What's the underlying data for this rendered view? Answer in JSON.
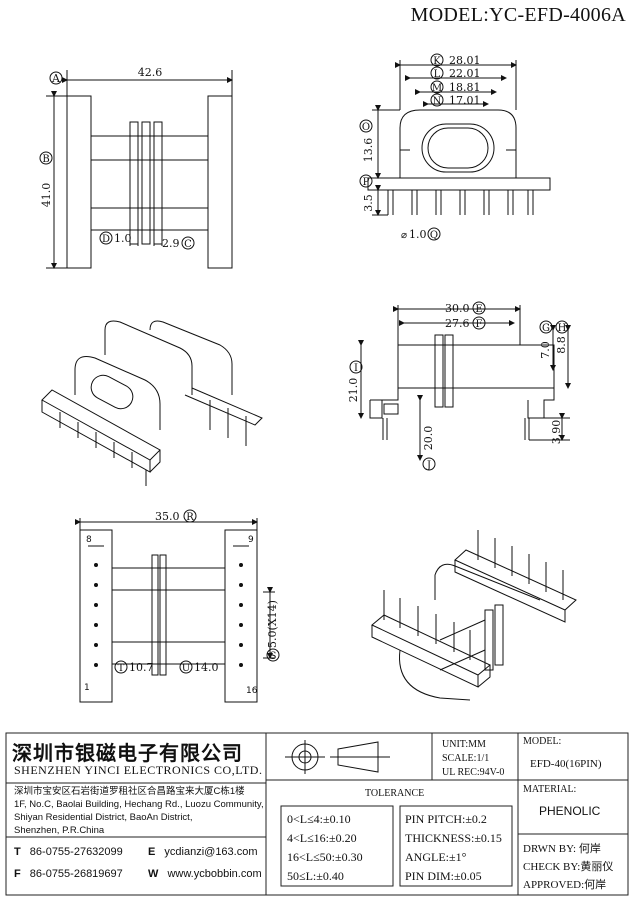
{
  "model_title": "MODEL:YC-EFD-4006A",
  "dimensions": {
    "top_left": {
      "a": "42.6",
      "a_tag": "A",
      "b": "41.0",
      "b_tag": "B",
      "d": "1.0",
      "d_tag": "D",
      "c": "2.9",
      "c_tag": "C"
    },
    "top_right": {
      "k": "28.01",
      "k_tag": "K",
      "l": "22.01",
      "l_tag": "L",
      "m": "18.81",
      "m_tag": "M",
      "n": "17.01",
      "n_tag": "N",
      "o": "13.6",
      "o_tag": "O",
      "p_tag": "P",
      "p": "3.5",
      "q": "1.0",
      "q_tag": "Q"
    },
    "middle_right": {
      "e": "30.0",
      "e_tag": "E",
      "f": "27.6",
      "f_tag": "F",
      "g": "7.0",
      "g_tag": "G",
      "h": "8.8",
      "h_tag": "H",
      "i": "21.0",
      "i_tag": "I",
      "j": "20.0",
      "j_tag": "J",
      "pin": "3.90"
    },
    "bottom_left": {
      "r": "35.0",
      "r_tag": "R",
      "pin_top_left": "8",
      "pin_top_right": "9",
      "pin_bottom_left": "1",
      "pin_bottom_right": "16",
      "s": "5.0(X14)",
      "s_tag": "S",
      "t": "10.7",
      "t_tag": "T",
      "u": "14.0",
      "u_tag": "U"
    }
  },
  "company": {
    "name_cn": "深圳市银磁电子有限公司",
    "name_en": "SHENZHEN YINCI ELECTRONICS CO,LTD.",
    "address_lines": [
      "深圳市宝安区石岩街道罗租社区合昌路宝来大厦C栋1楼",
      "1F, No.C, Baolai Building, Hechang Rd., Luozu Community,",
      "Shiyan Residential District, BaoAn District,",
      "Shenzhen, P.R.China"
    ],
    "tel_label": "T",
    "tel": "86-0755-27632099",
    "fax_label": "F",
    "fax": "86-0755-26819697",
    "email_label": "E",
    "email": "ycdianzi@163.com",
    "web_label": "W",
    "web": "www.ycbobbin.com"
  },
  "specs": {
    "unit": "UNIT:MM",
    "scale": "SCALE:1/1",
    "ul": "UL REC:94V-0",
    "tolerance_title": "TOLERANCE",
    "tol_left": [
      "0<L≤4:±0.10",
      "4<L≤16:±0.20",
      "16<L≤50:±0.30",
      "50≤L:±0.40"
    ],
    "tol_right": [
      "PIN PITCH:±0.2",
      "THICKNESS:±0.15",
      "ANGLE:±1°",
      "PIN DIM:±0.05"
    ]
  },
  "model_box": {
    "model_label": "MODEL:",
    "model_value": "EFD-40(16PIN)",
    "material_label": "MATERIAL:",
    "material_value": "PHENOLIC",
    "drwn": "DRWN BY: 何岸",
    "check": "CHECK BY:黄丽仪",
    "approved": "APPROVED:何岸"
  }
}
